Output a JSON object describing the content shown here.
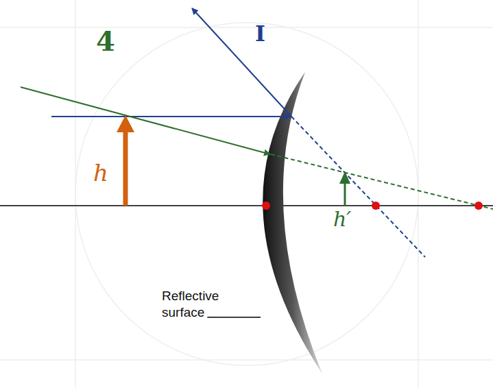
{
  "diagram": {
    "labels": [
      "4",
      "I",
      "h",
      "h′",
      "Reflective surface"
    ]
  }
}
